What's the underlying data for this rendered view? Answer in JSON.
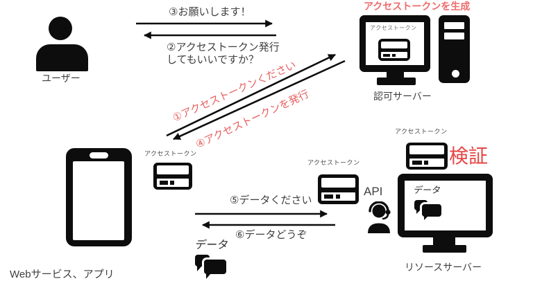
{
  "colors": {
    "icon_black": "#0d0d0d",
    "label_gray": "#3f3f3f",
    "accent_red": "#ef6a6a",
    "verify_red": "#e64545"
  },
  "user": {
    "label": "ユーザー"
  },
  "auth_server": {
    "generate_note": "アクセストークンを生成",
    "screen_token_label": "アクセストークン",
    "label": "認可サーバー"
  },
  "client_app": {
    "label": "Webサービス、アプリ",
    "token_label": "アクセストークン",
    "data_label": "データ"
  },
  "api_gateway": {
    "token_label": "アクセストークン",
    "label": "API"
  },
  "resource_server": {
    "token_label": "アクセストークン",
    "verify_note": "検証",
    "screen_data_label": "データ",
    "label": "リソースサーバー"
  },
  "flow": {
    "step1": "①アクセストークンください",
    "step2": "②アクセストークン発行",
    "step2b": "してもいいですか？",
    "step3": "③お願いします！",
    "step4": "④アクセストークンを発行",
    "step5": "⑤データください",
    "step6": "⑥データどうぞ"
  }
}
